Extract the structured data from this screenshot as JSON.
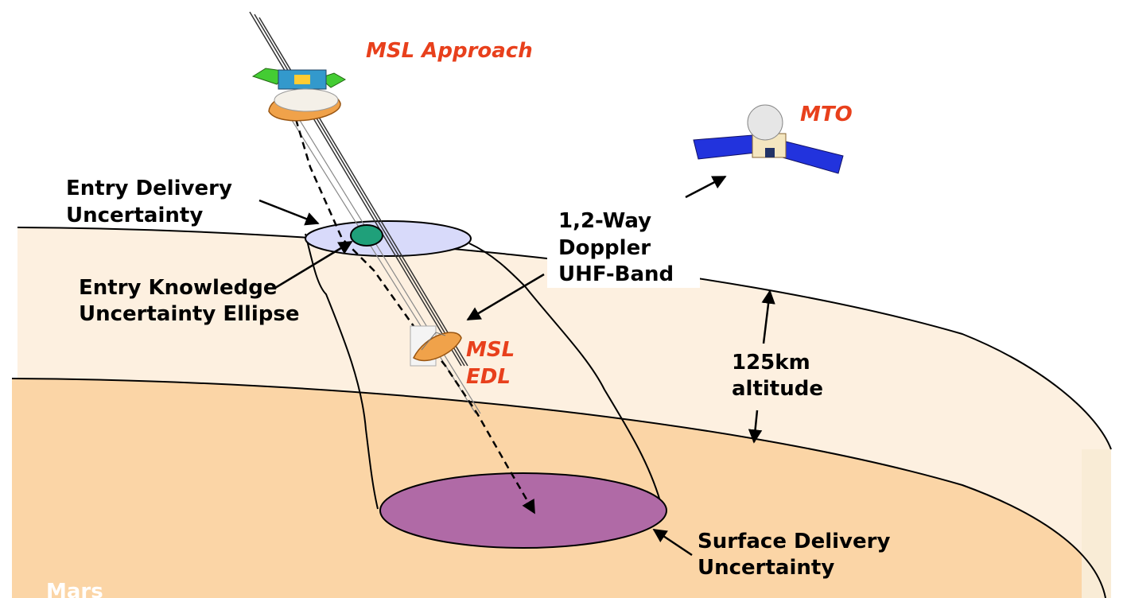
{
  "labels": {
    "msl_approach": "MSL Approach",
    "mto": "MTO",
    "entry_delivery_1": "Entry Delivery",
    "entry_delivery_2": "Uncertainty",
    "entry_knowledge_1": "Entry Knowledge",
    "entry_knowledge_2": "Uncertainty Ellipse",
    "doppler_1": "1,2-Way",
    "doppler_2": "Doppler",
    "doppler_3": "UHF-Band",
    "msl_edl_1": "MSL",
    "msl_edl_2": "EDL",
    "altitude_1": "125km",
    "altitude_2": "altitude",
    "surface_1": "Surface Delivery",
    "surface_2": "Uncertainty",
    "mars": "Mars"
  },
  "colors": {
    "accent_red": "#e8401c",
    "atmosphere": "#fdf0e0",
    "surface": "#fbd5a6",
    "entry_ellipse": "#d8dafa",
    "knowledge_ellipse": "#1fa07a",
    "surface_ellipse": "#b06aa6",
    "solar_panel": "#2233dd",
    "aeroshell": "#f0a24a"
  }
}
